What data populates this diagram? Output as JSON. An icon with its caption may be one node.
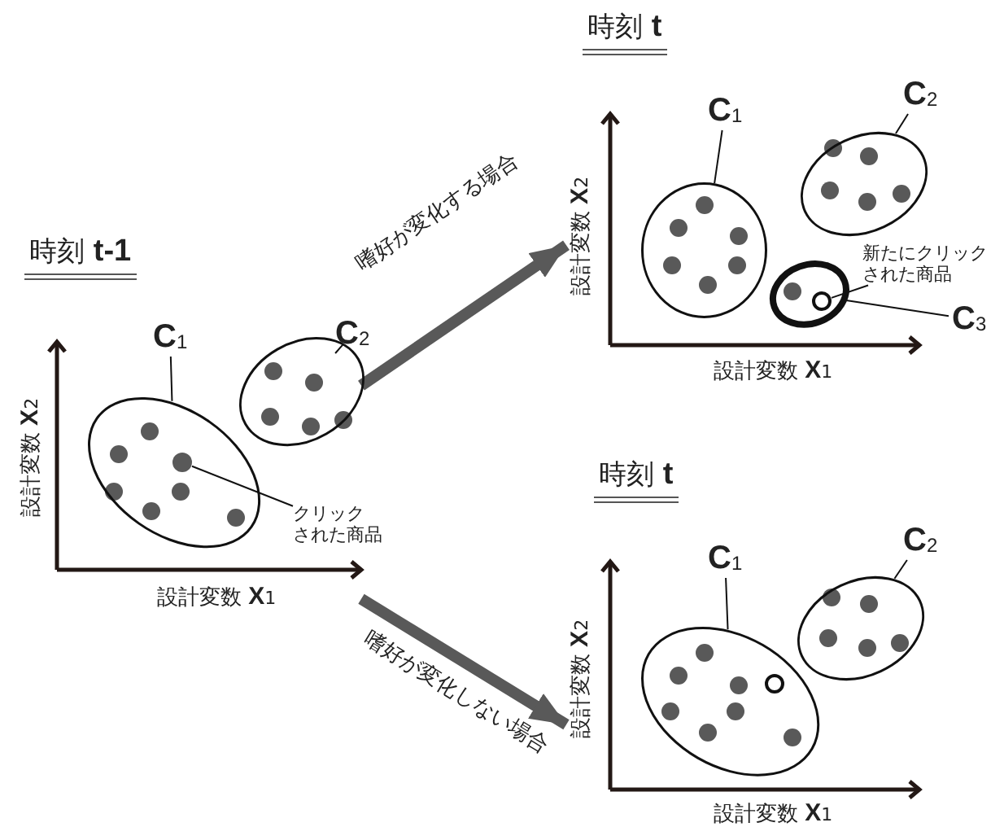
{
  "diagram": {
    "nodes": [
      {
        "text": [
          "時刻 **t**"
        ]
      },
      {
        "text": [],
        "shape": "ellipse",
        "in": 0
      },
      {
        "text": [],
        "shape": "ellipse",
        "in": 0
      },
      {
        "text": [],
        "shape": "ellipse",
        "in": 0
      },
      {
        "text": [],
        "shape": "circle",
        "in": 3
      },
      {
        "text": [
          "C$_{1}$"
        ],
        "in": 0
      },
      {
        "text": [
          "C$_{2}$"
        ],
        "in": 0
      },
      {
        "text": [
          "新たにクリックされた商品"
        ]
      },
      {
        "text": [
          "C$_{3}$"
        ]
      },
      {
        "text": [
          "時刻 **t-1**"
        ]
      },
      {
        "text": [],
        "shape": "ellipse",
        "in": 9
      },
      {
        "text": [],
        "shape": "ellipse",
        "in": 9
      },
      {
        "text": [],
        "shape": "dot",
        "in": 10
      },
      {
        "text": [
          "C$_{1}$"
        ],
        "in": 9
      },
      {
        "text": [
          "C$_{2}$"
        ],
        "in": 9
      },
      {
        "text": [
          "クリックされた商品"
        ],
        "in": 9
      },
      {
        "text": [
          "時刻 **t**"
        ]
      },
      {
        "text": [],
        "shape": "ellipse",
        "in": 16
      },
      {
        "text": [],
        "shape": "ellipse",
        "in": 16
      },
      {
        "text": [],
        "shape": "circle",
        "in": 17
      },
      {
        "text": [
          "C$_{1}$"
        ],
        "in": 16
      },
      {
        "text": [
          "C$_{2}$"
        ],
        "in": 16
      }
    ],
    "edges": [
      {
        "from": 9,
        "to": 0,
        "arrow": "to",
        "label": "嗜好が変化する場合",
        "style": "thick",
        "color": "#595959"
      },
      {
        "from": 9,
        "to": 16,
        "arrow": "to",
        "label": "嗜好が変化しない場合",
        "style": "thick",
        "color": "#595959"
      },
      {
        "from": 5,
        "to": 1,
        "arrow": "none"
      },
      {
        "from": 6,
        "to": 2,
        "arrow": "none"
      },
      {
        "from": 7,
        "to": 4,
        "arrow": "none"
      },
      {
        "from": 8,
        "to": 3,
        "arrow": "none"
      },
      {
        "from": 13,
        "to": 10,
        "arrow": "none"
      },
      {
        "from": 14,
        "to": 11,
        "arrow": "none"
      },
      {
        "from": 15,
        "to": 12,
        "arrow": "none"
      },
      {
        "from": 20,
        "to": 17,
        "arrow": "none"
      },
      {
        "from": 21,
        "to": 18,
        "arrow": "none"
      }
    ],
    "labels": [
      "設計変数 **X**$_{2}$",
      "設計変数 **X**$_{1}$",
      "設計変数 **X**$_{2}$",
      "設計変数 **X**$_{1}$",
      "設計変数 **X**$_{2}$",
      "設計変数 **X**$_{1}$"
    ]
  }
}
